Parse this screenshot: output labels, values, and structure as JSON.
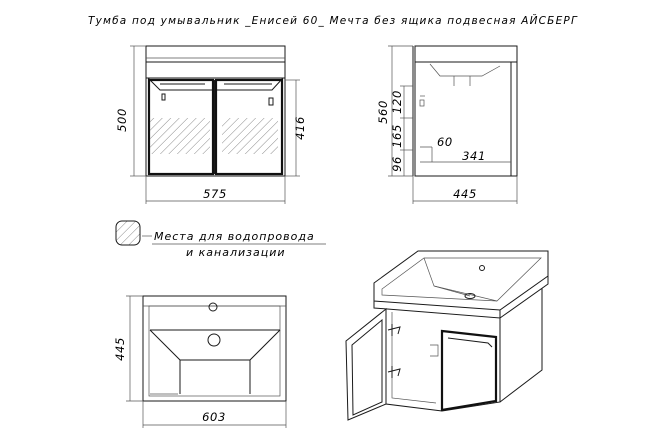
{
  "title": "Тумба под умывальник _Енисей 60_ Мечта без ящика подвесная АЙСБЕРГ",
  "front_view": {
    "height_label": "500",
    "door_height_label": "416",
    "width_label": "575"
  },
  "side_view": {
    "depth_label": "445",
    "total_height_label": "560",
    "dim_120": "120",
    "dim_165": "165",
    "dim_96": "96",
    "dim_60": "60",
    "dim_341": "341"
  },
  "legend": {
    "line1": "Места для водопровода",
    "line2": "и канализации"
  },
  "top_view": {
    "depth_label": "445",
    "width_label": "603"
  }
}
